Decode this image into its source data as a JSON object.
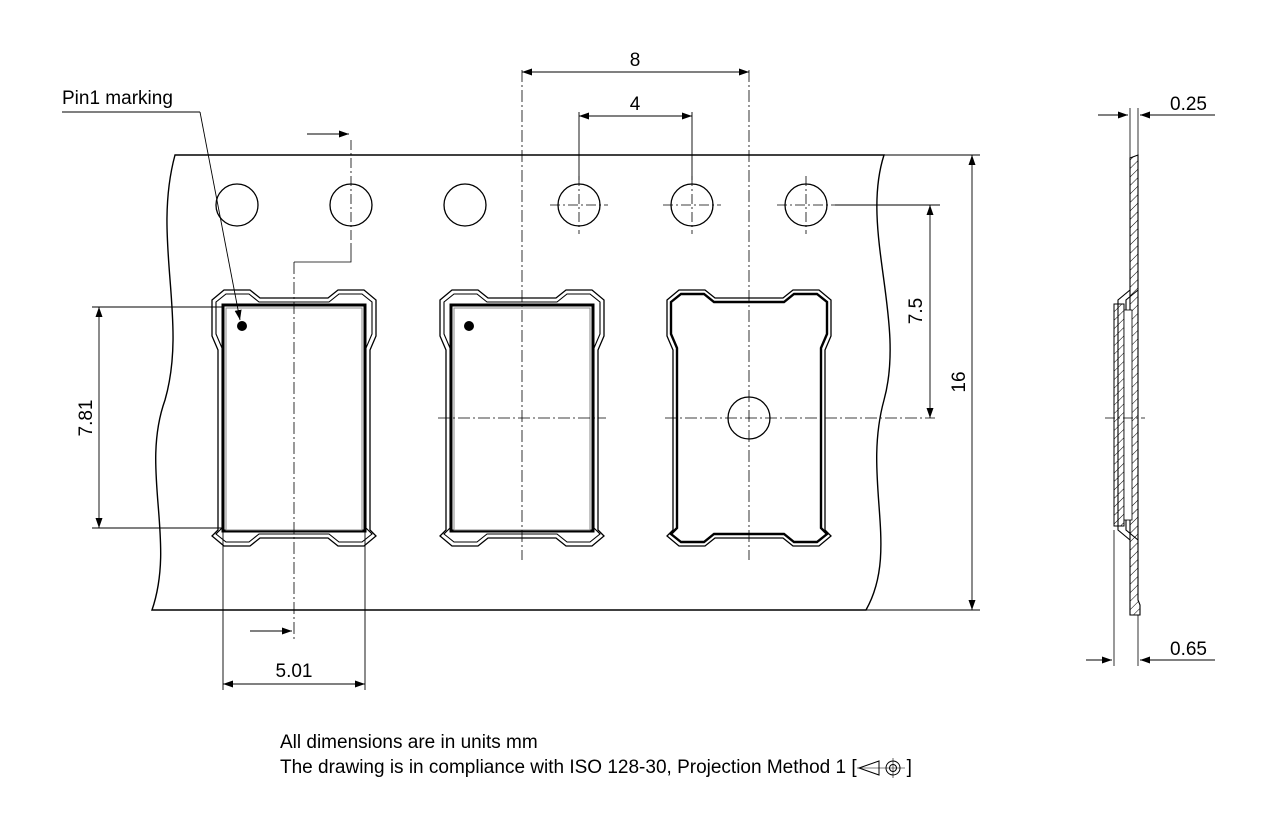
{
  "labels": {
    "pin1": "Pin1 marking",
    "pitch_pocket": "8",
    "pitch_sprocket": "4",
    "dim_7_5": "7.5",
    "dim_16": "16",
    "dim_7_81": "7.81",
    "dim_5_01": "5.01",
    "dim_0_25": "0.25",
    "dim_0_65": "0.65"
  },
  "notes": {
    "units": "All dimensions are in units mm",
    "compliance_prefix": "The drawing is in compliance with ISO 128-30, Projection Method 1 [",
    "compliance_suffix": "]"
  }
}
